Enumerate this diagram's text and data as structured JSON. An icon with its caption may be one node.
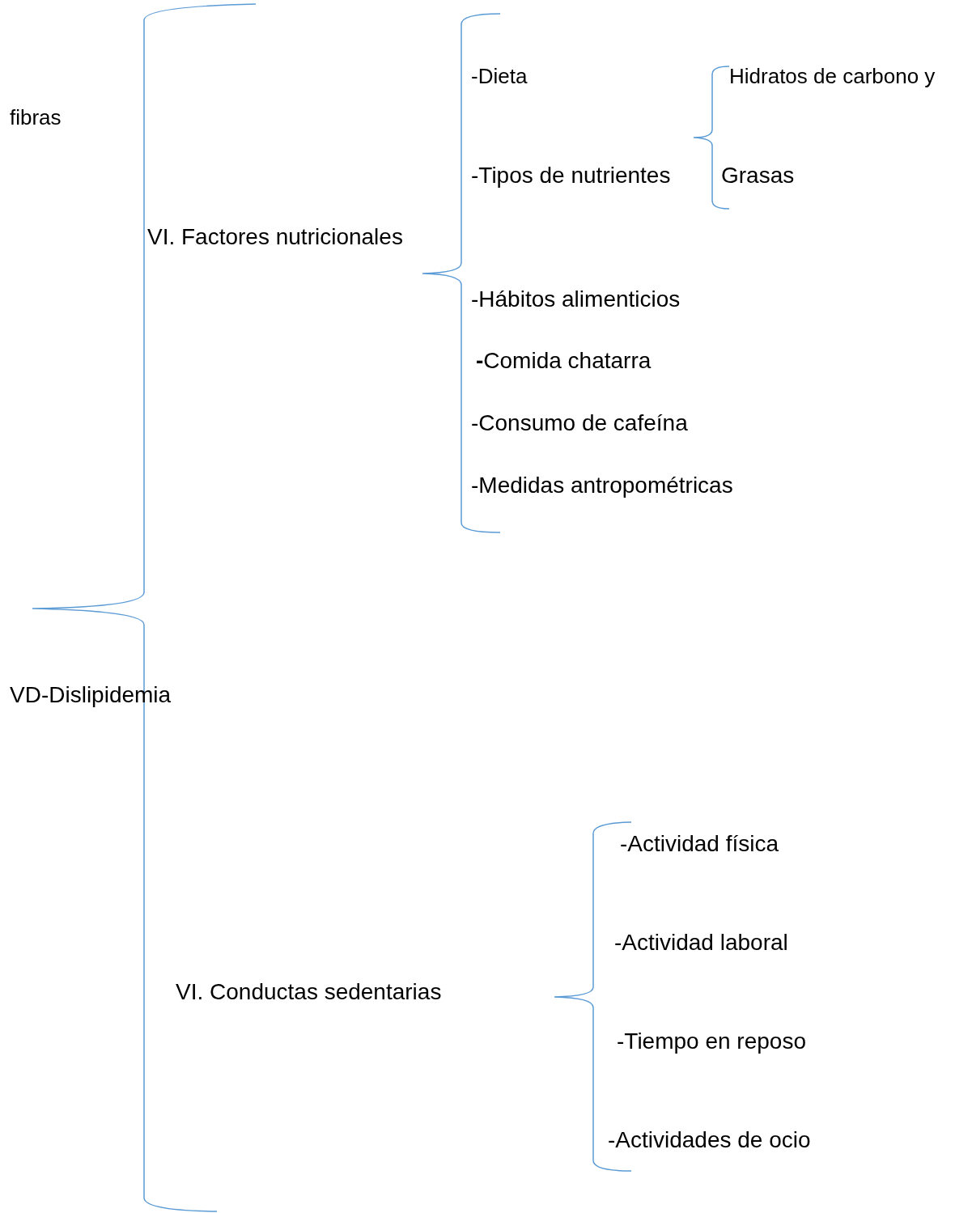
{
  "diagram": {
    "labels": [
      "-Dieta",
      "Hidratos de carbono y",
      "fibras",
      "-Tipos de nutrientes",
      "Grasas",
      "VI. Factores nutricionales",
      "-Hábitos alimenticios",
      "**-**Comida chatarra",
      "-Consumo de cafeína",
      "-Medidas antropométricas",
      "VD-Dislipidemia",
      "-Actividad física",
      "-Actividad laboral",
      "VI. Conductas sedentarias",
      "-Tiempo en reposo",
      "-Actividades de ocio"
    ]
  }
}
